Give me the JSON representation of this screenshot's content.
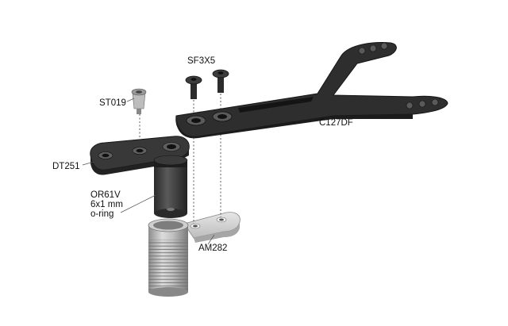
{
  "parts": {
    "c127df": "C127DF",
    "sf3x5": "SF3X5",
    "st019": "ST019",
    "dt251": "DT251",
    "or61v": [
      "OR61V",
      "6x1 mm",
      "o-ring"
    ],
    "am282": "AM282"
  },
  "colors": {
    "dark_part": "#3a3a3a",
    "dark_edge": "#1a1a1a",
    "light_part": "#d4d4d4",
    "tube": "#b8b8b8"
  }
}
